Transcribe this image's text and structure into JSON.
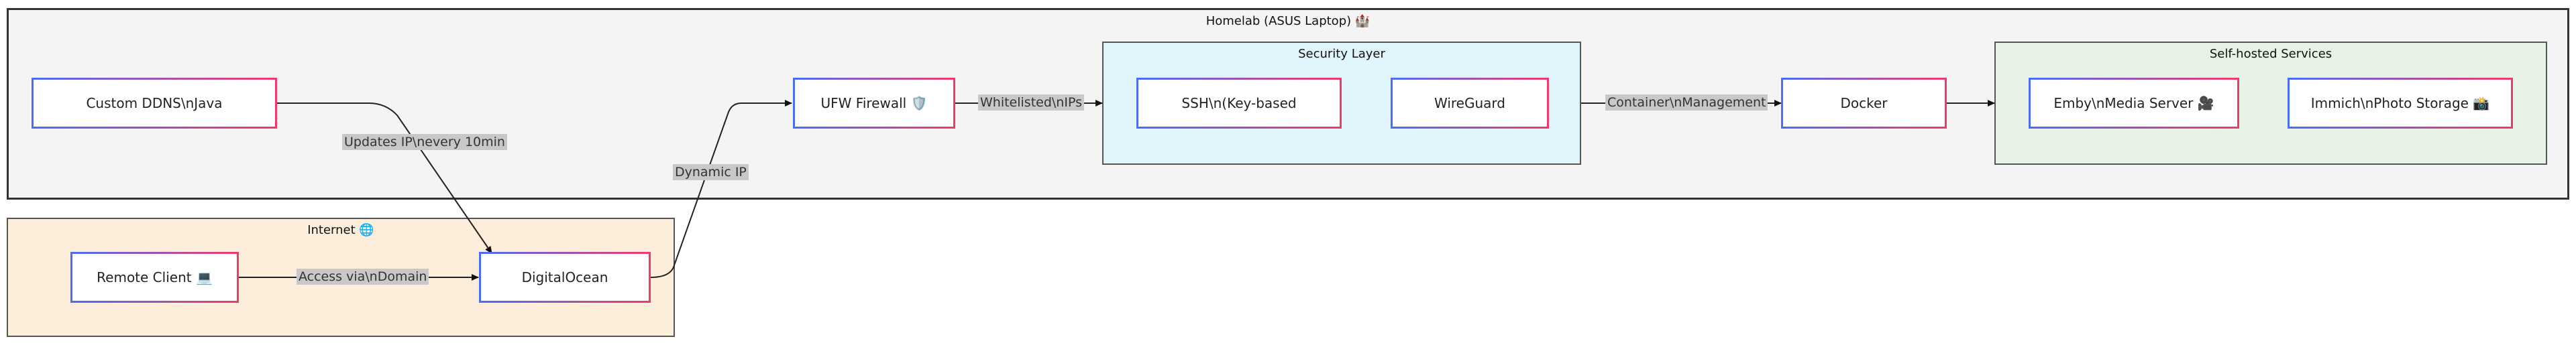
{
  "clusters": {
    "homelab": "Homelab (ASUS Laptop) 🏰",
    "security": "Security Layer",
    "services": "Self-hosted Services",
    "internet": "Internet 🌐"
  },
  "nodes": {
    "ddns": "Custom DDNS\\nJava",
    "ufw": "UFW Firewall 🛡️",
    "ssh": "SSH\\n(Key-based",
    "wireguard": "WireGuard",
    "docker": "Docker",
    "emby": "Emby\\nMedia Server 🎥",
    "immich": "Immich\\nPhoto Storage 📸",
    "client": "Remote Client 💻",
    "digitalocean": "DigitalOcean"
  },
  "edges": {
    "ddns_to_do": "Updates IP\\nevery 10min",
    "do_to_ufw": "Dynamic IP",
    "ufw_to_security": "Whitelisted\\nIPs",
    "security_to_docker": "Container\\nManagement",
    "client_to_do": "Access via\\nDomain"
  },
  "colors": {
    "homelab_bg": "#f4f4f4",
    "security_bg": "#e0f4fb",
    "services_bg": "#e6f3e6",
    "internet_bg": "#fdeedb",
    "node_border_left": "#4a6cf7",
    "node_border_right": "#f23a6a",
    "edge_label_bg": "#c8c8c8"
  }
}
